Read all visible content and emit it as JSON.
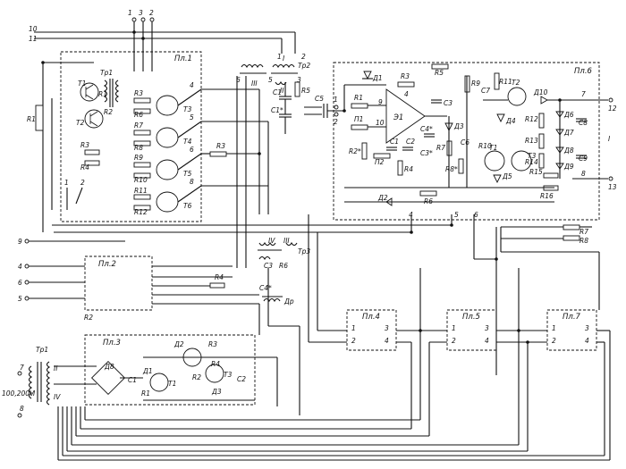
{
  "boards": {
    "pl1": "Пл.1",
    "pl2": "Пл.2",
    "pl3": "Пл.3",
    "pl4": "Пл.4",
    "pl5": "Пл.5",
    "pl6": "Пл.6",
    "pl7": "Пл.7"
  },
  "transformers": {
    "tp1_top": "Тр1",
    "tp2": "Тр2",
    "tp3": "Тр3",
    "tp1_bottom": "Тр1",
    "dr": "Др"
  },
  "op_amp": "Э1",
  "supply": "100,200V",
  "roman": {
    "I": "I",
    "II": "II",
    "III": "III",
    "IV": "IV"
  },
  "components": {
    "R1": "R1",
    "R2": "R2",
    "R3": "R3",
    "R4": "R4",
    "R5": "R5",
    "R6": "R6",
    "R7": "R7",
    "R8": "R8",
    "R9": "R9",
    "R10": "R10",
    "R11": "R11",
    "R12": "R12",
    "R13": "R13",
    "R14": "R14",
    "R15": "R15",
    "R16": "R16",
    "R2s": "R2*",
    "R8s": "R8*",
    "C1": "C1",
    "C2": "C2",
    "C3": "C3",
    "C4": "C4",
    "C5": "C5",
    "C6": "C6",
    "C7": "C7",
    "C8": "C8",
    "C9": "C9",
    "C1s": "C1*",
    "C3s": "C3*",
    "C4s": "C4*",
    "D1": "Д1",
    "D2": "Д2",
    "D3": "Д3",
    "D4": "Д4",
    "D5": "Д5",
    "D6": "Д6",
    "D7": "Д7",
    "D8": "Д8",
    "D9": "Д9",
    "D10": "Д10",
    "T1": "T1",
    "T2": "T2",
    "T3": "T3",
    "T4": "T4",
    "T5": "T5",
    "T6": "T6",
    "P1": "П1",
    "P2": "П2"
  },
  "pins": [
    "1",
    "2",
    "3",
    "4",
    "5",
    "6",
    "7",
    "8",
    "9",
    "10",
    "11",
    "12",
    "13"
  ]
}
